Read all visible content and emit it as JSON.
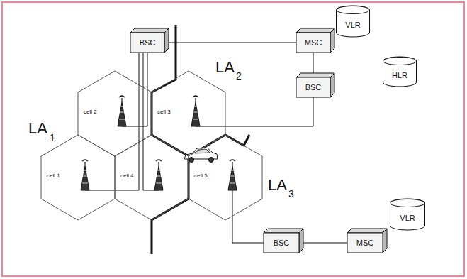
{
  "diagram": {
    "nodes": [
      {
        "text": [
          "BSC"
        ]
      },
      {
        "text": [
          "MSC"
        ]
      },
      {
        "text": [
          "VLR"
        ]
      },
      {
        "text": [
          "cell 2"
        ]
      },
      {
        "text": [
          "cell 3"
        ]
      },
      {
        "text": [
          "BSC"
        ]
      },
      {
        "text": [
          "HLR"
        ]
      },
      {
        "text": [
          "cell 1"
        ]
      },
      {
        "text": [
          "cell 4"
        ]
      },
      {
        "text": [
          "cell 5"
        ]
      },
      {
        "text": [
          "BSC"
        ]
      },
      {
        "text": [
          "MSC"
        ]
      },
      {
        "text": [
          "VLR"
        ]
      }
    ],
    "edges": [
      {
        "from": 0,
        "to": 1,
        "arrow": "none"
      },
      {
        "from": 1,
        "to": 5,
        "arrow": "none"
      },
      {
        "from": 3,
        "to": 0,
        "arrow": "none"
      },
      {
        "from": 7,
        "to": 0,
        "arrow": "none"
      },
      {
        "from": 8,
        "to": 0,
        "arrow": "none"
      },
      {
        "from": 4,
        "to": 5,
        "arrow": "none"
      },
      {
        "from": 9,
        "to": 10,
        "arrow": "none"
      },
      {
        "from": 10,
        "to": 11,
        "arrow": "none"
      }
    ],
    "labels": [
      "LA",
      "1",
      "LA",
      "2",
      "LA",
      "3"
    ]
  }
}
